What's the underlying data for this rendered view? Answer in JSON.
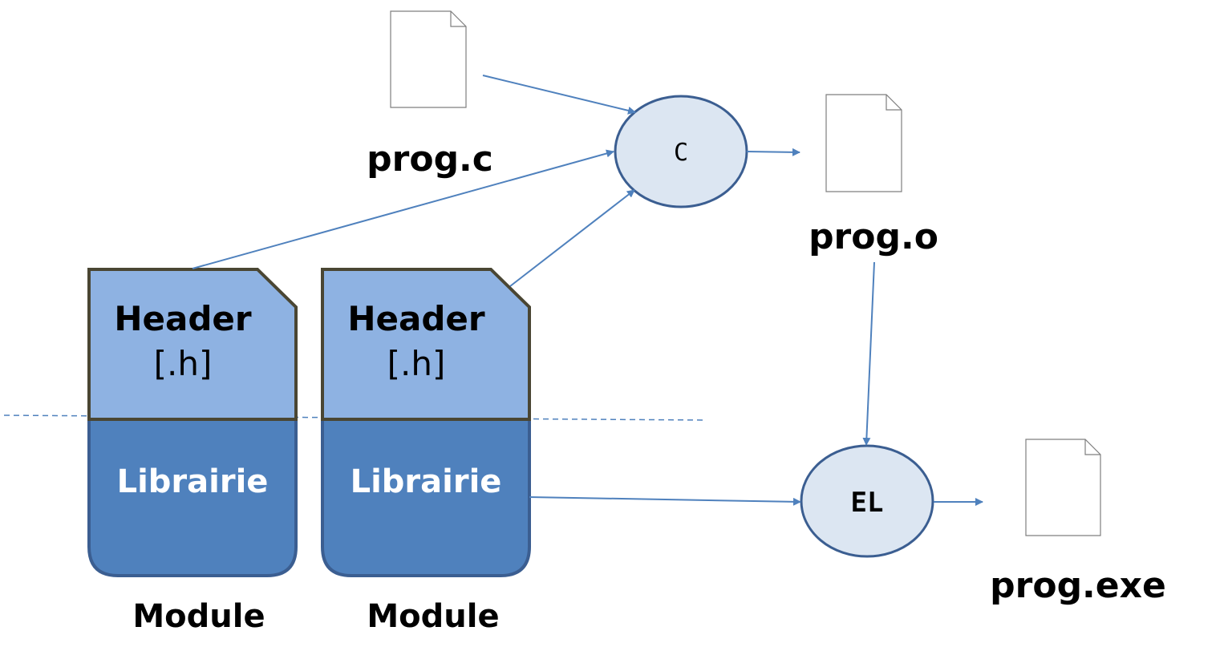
{
  "files": {
    "source": "prog.c",
    "object": "prog.o",
    "executable": "prog.exe"
  },
  "processes": {
    "compiler": "C",
    "linker": "EL"
  },
  "modules": [
    {
      "header": "Header",
      "extension": "[.h]",
      "library": "Librairie",
      "caption": "Module"
    },
    {
      "header": "Header",
      "extension": "[.h]",
      "library": "Librairie",
      "caption": "Module"
    }
  ],
  "colors": {
    "header_fill": "#8EB2E2",
    "library_fill": "#4F81BD",
    "module_border": "#4A4633",
    "process_fill": "#DCE6F2",
    "process_border": "#3B5E91",
    "arrow": "#4F81BD"
  }
}
